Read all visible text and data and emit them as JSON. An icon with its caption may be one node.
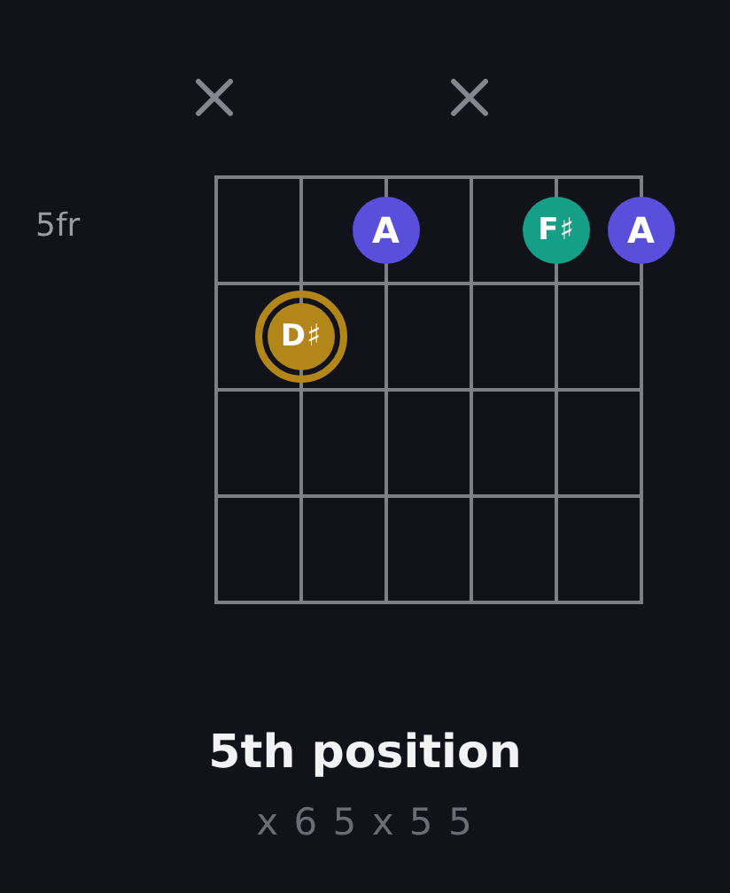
{
  "diagram": {
    "title": "5th position",
    "nodes": [
      {
        "text": [
          "A"
        ]
      },
      {
        "text": [
          "F♯"
        ]
      },
      {
        "text": [
          "A"
        ]
      },
      {
        "text": [
          "D♯"
        ]
      }
    ],
    "labels": [
      "5fr",
      "x 6 5 x 5 5"
    ]
  }
}
